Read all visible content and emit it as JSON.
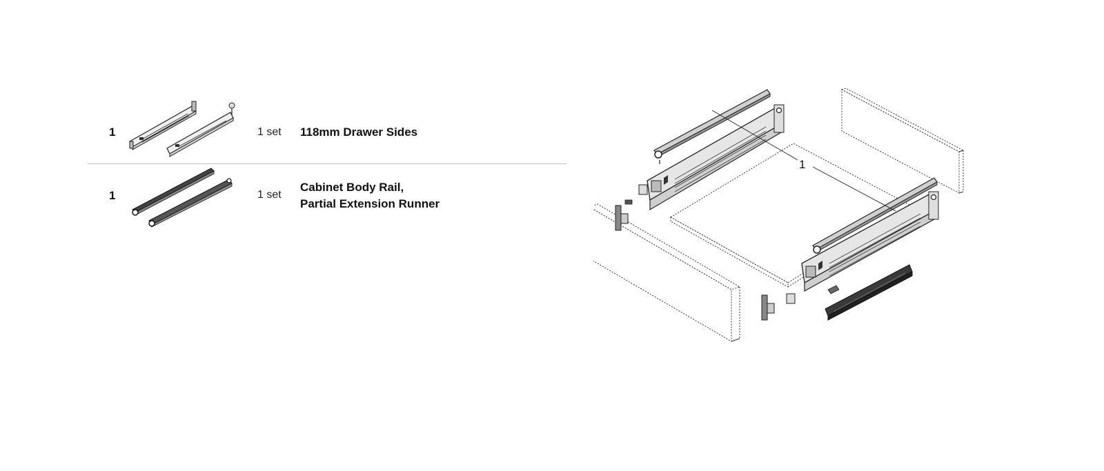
{
  "parts": [
    {
      "qty": "1",
      "unit": "1 set",
      "description_lines": [
        "118mm Drawer Sides"
      ]
    },
    {
      "qty": "1",
      "unit": "1 set",
      "description_lines": [
        "Cabinet Body Rail,",
        "Partial Extension Runner"
      ]
    }
  ],
  "diagram": {
    "callout_label": "1"
  },
  "colors": {
    "line": "#222222",
    "panel_fill": "#ffffff",
    "metal_fill": "#d9d9d9",
    "dark_part": "#3a3a3a",
    "divider": "#bdbdbd"
  }
}
